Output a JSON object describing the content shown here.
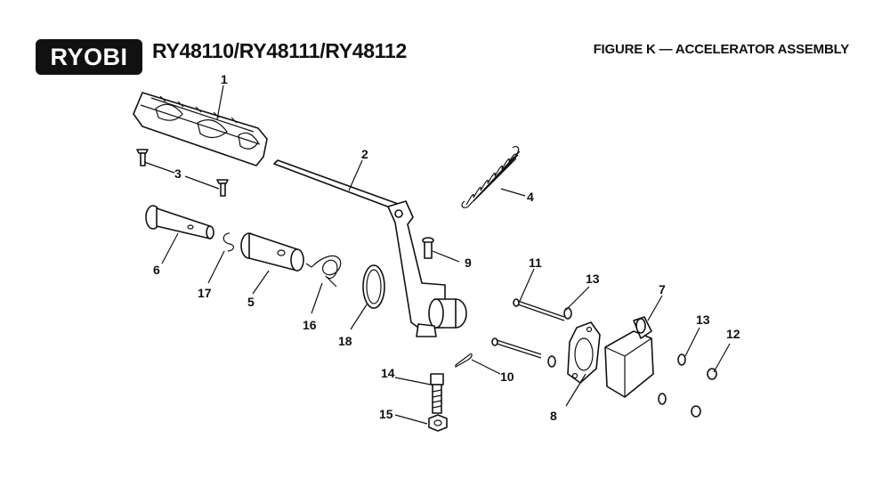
{
  "header": {
    "brand": "RYOBI",
    "models": "RY48110/RY48111/RY48112",
    "figure_title": "FIGURE K — ACCELERATOR ASSEMBLY"
  },
  "callouts": [
    "1",
    "2",
    "3",
    "4",
    "5",
    "6",
    "7",
    "8",
    "9",
    "10",
    "11",
    "12",
    "13",
    "13",
    "14",
    "15",
    "16",
    "17",
    "18"
  ]
}
